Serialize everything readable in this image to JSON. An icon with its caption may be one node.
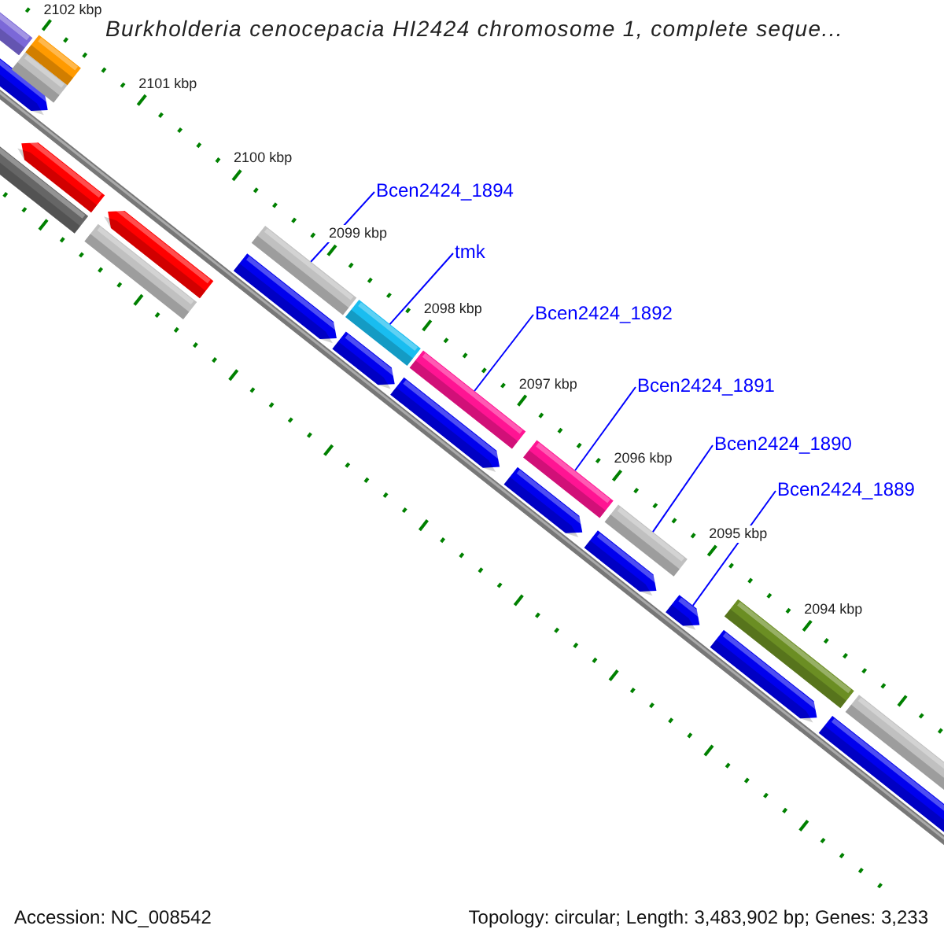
{
  "diagram": {
    "title": "Burkholderia cenocepacia HI2424 chromosome 1, complete seque...",
    "nodes": [
      {
        "text": [
          "Bcen2424_1894"
        ]
      },
      {
        "text": [
          "tmk"
        ]
      },
      {
        "text": [
          "Bcen2424_1892"
        ]
      },
      {
        "text": [
          "Bcen2424_1891"
        ]
      },
      {
        "text": [
          "Bcen2424_1890"
        ]
      },
      {
        "text": [
          "Bcen2424_1889"
        ]
      },
      {
        "text": [],
        "shape": "bar"
      },
      {
        "text": [],
        "shape": "bar"
      },
      {
        "text": [],
        "shape": "bar"
      },
      {
        "text": [],
        "shape": "bar"
      },
      {
        "text": [],
        "shape": "bar"
      },
      {
        "text": [],
        "shape": "bar"
      },
      {
        "text": [],
        "shape": "bar"
      },
      {
        "text": [],
        "shape": "bar"
      },
      {
        "text": [],
        "shape": "bar"
      },
      {
        "text": [],
        "shape": "bar"
      },
      {
        "text": [],
        "shape": "bar"
      },
      {
        "text": [],
        "shape": "bar"
      },
      {
        "text": [],
        "shape": "bar"
      },
      {
        "text": [],
        "shape": "bar"
      },
      {
        "text": [],
        "shape": "bar"
      },
      {
        "text": [],
        "shape": "bar"
      },
      {
        "text": [],
        "shape": "bar"
      },
      {
        "text": [],
        "shape": "bar"
      },
      {
        "text": [],
        "shape": "bar"
      },
      {
        "text": [],
        "shape": "bar"
      },
      {
        "text": [],
        "shape": "bar"
      },
      {
        "text": [],
        "shape": "bar"
      },
      {
        "text": [],
        "shape": "bar"
      }
    ],
    "edges": [
      {
        "from": 0,
        "to": 14,
        "arrow": "none"
      },
      {
        "from": 1,
        "to": 16,
        "arrow": "none"
      },
      {
        "from": 2,
        "to": 18,
        "arrow": "none"
      },
      {
        "from": 3,
        "to": 20,
        "arrow": "none"
      },
      {
        "from": 4,
        "to": 22,
        "arrow": "none"
      },
      {
        "from": 5,
        "to": 24,
        "arrow": "none"
      }
    ],
    "labels": [
      "2102 kbp",
      "2101 kbp",
      "2100 kbp",
      "2099 kbp",
      "2098 kbp",
      "2097 kbp",
      "2096 kbp",
      "2095 kbp",
      "2094 kbp",
      "Accession: NC_008542",
      "Topology: circular; Length: 3,483,902 bp; Genes: 3,233"
    ]
  }
}
